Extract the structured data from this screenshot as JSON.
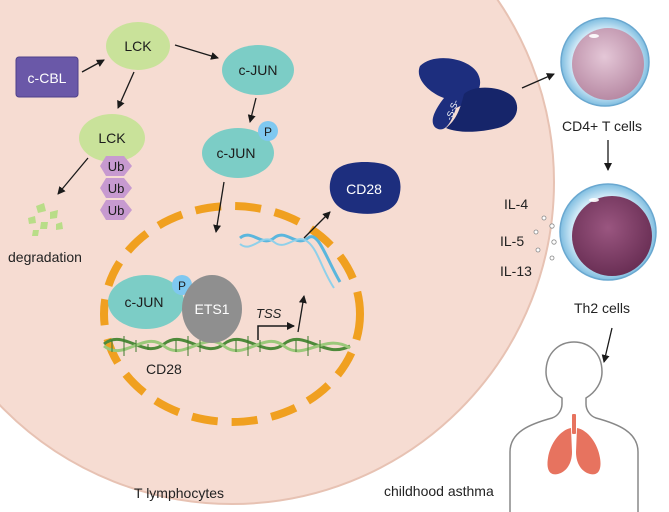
{
  "labels": {
    "c_cbl": "c-CBL",
    "lck_top": "LCK",
    "lck_bottom": "LCK",
    "c_jun_top": "c-JUN",
    "c_jun_mid": "c-JUN",
    "c_jun_nucleus": "c-JUN",
    "phospho_mid": "P",
    "phospho_nucleus": "P",
    "ub1": "Ub",
    "ub2": "Ub",
    "ub3": "Ub",
    "degradation": "degradation",
    "ets1": "ETS1",
    "tss": "TSS",
    "cd28_gene": "CD28",
    "cd28_protein": "CD28",
    "cd4_t_cells": "CD4+ T cells",
    "il4": "IL-4",
    "il5": "IL-5",
    "il13": "IL-13",
    "th2_cells": "Th2 cells",
    "t_lymphocytes": "T lymphocytes",
    "childhood_asthma": "childhood asthma",
    "disulfide": "-S-S-"
  },
  "colors": {
    "cell_fill": "#f6dcd2",
    "cell_stroke": "#e7c2b3",
    "nucleus_dash": "#f0a020",
    "c_cbl": "#6a58a8",
    "lck": "#c9e29a",
    "c_jun": "#7ccdc6",
    "phospho": "#7fc8f0",
    "ub": "#c79ad0",
    "ets1": "#8f8f8f",
    "cd28_protein": "#1d2e7e",
    "dna": "#4e8a3a",
    "mrna": "#5bb6dd",
    "cd4_cell": "#c79cb4",
    "th2_cell": "#7d3c64",
    "lungs": "#e7735f"
  }
}
